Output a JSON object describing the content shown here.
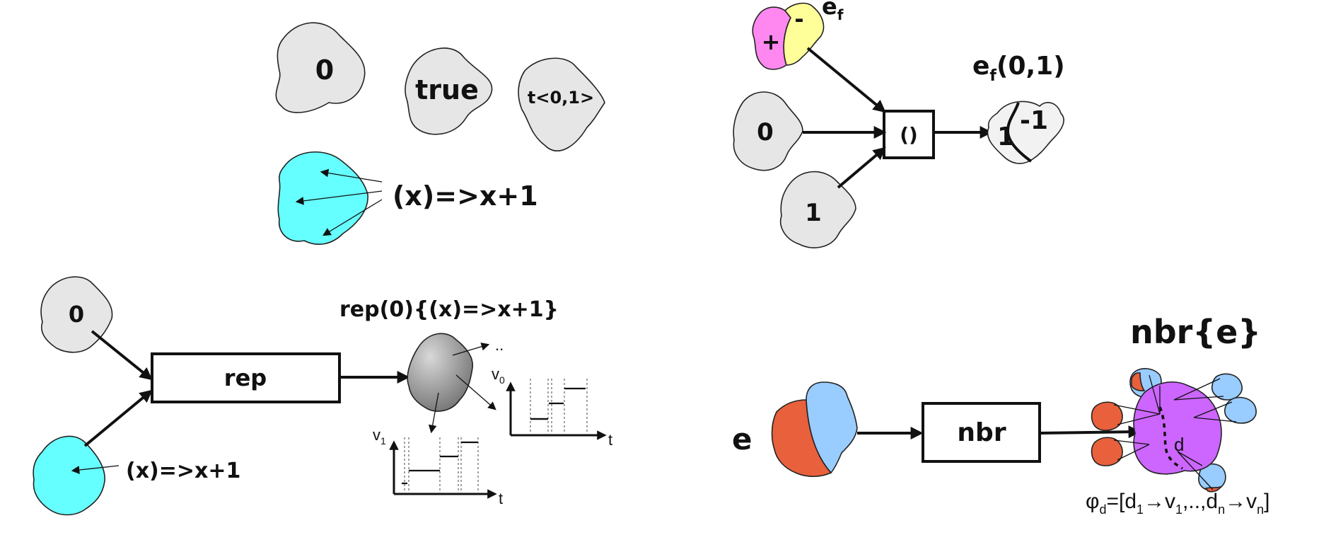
{
  "colors": {
    "gray_blob": "#e6e6e6",
    "cyan_blob": "#66ffff",
    "pink": "#ff88f0",
    "yellow": "#ffff99",
    "orange": "#e8603c",
    "light_blue": "#99ccff",
    "purple": "#cc66ff",
    "dark_gray": "#888888"
  },
  "values_panel": {
    "zero": "0",
    "true": "true",
    "tuple": "t<0,1>",
    "lambda": "(x)=>x+1"
  },
  "call_panel": {
    "ef": "e",
    "ef_sub": "f",
    "plus": "+",
    "minus": "-",
    "arg0": "0",
    "arg1": "1",
    "call_box": "()",
    "result_title_e": "e",
    "result_title_sub": "f",
    "result_title_args": "(0,1)",
    "result_left": "1",
    "result_right": "-1"
  },
  "rep_panel": {
    "init": "0",
    "func": "(x)=>x+1",
    "box": "rep",
    "title": "rep(0){(x)=>x+1}",
    "dots": "..",
    "v0": "v",
    "v0_sub": "0",
    "v1": "v",
    "v1_sub": "1",
    "t_label": "t"
  },
  "nbr_panel": {
    "e": "e",
    "box": "nbr",
    "title": "nbr{e}",
    "d": "d",
    "phi": "φ",
    "phi_sub": "d",
    "phi_eq": "=[d",
    "s1": "1",
    "arrow1": "→v",
    "s2": "1",
    "mid": ",..,d",
    "s3": "n",
    "arrow2": "→v",
    "s4": "n",
    "close": "]"
  }
}
